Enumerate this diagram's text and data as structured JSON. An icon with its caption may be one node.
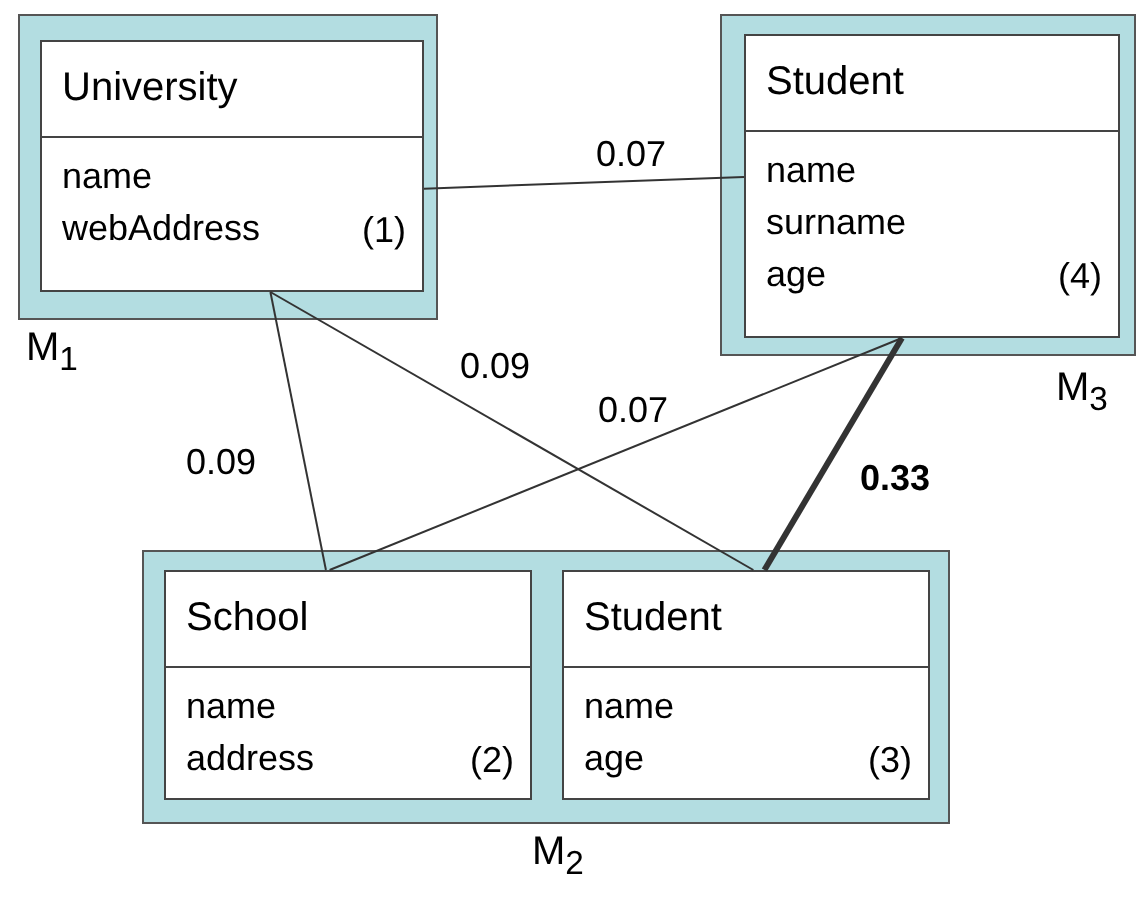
{
  "diagram": {
    "nodes": [
      {
        "text": [],
        "shape": "box",
        "beside": [
          "M$_{1}$"
        ]
      },
      {
        "text": [
          "University",
          "name",
          "webAddress",
          "(1)"
        ],
        "in": 0
      },
      {
        "text": [],
        "shape": "box",
        "beside": [
          "M$_{3}$"
        ]
      },
      {
        "text": [
          "Student",
          "name",
          "surname",
          "age",
          "(4)"
        ],
        "in": 2
      },
      {
        "text": [],
        "shape": "box",
        "beside": [
          "M$_{2}$"
        ]
      },
      {
        "text": [
          "School",
          "name",
          "address",
          "(2)"
        ],
        "in": 4
      },
      {
        "text": [
          "Student",
          "name",
          "age",
          "(3)"
        ],
        "in": 4
      }
    ],
    "edges": [
      {
        "from": 1,
        "to": 3,
        "arrow": "none",
        "label": "0.07"
      },
      {
        "from": 1,
        "to": 5,
        "arrow": "none",
        "label": "0.09"
      },
      {
        "from": 1,
        "to": 6,
        "arrow": "none",
        "label": "0.09"
      },
      {
        "from": 3,
        "to": 5,
        "arrow": "none",
        "label": "0.07"
      },
      {
        "from": 3,
        "to": 6,
        "arrow": "none",
        "label": "0.33",
        "style": "thick"
      }
    ]
  }
}
